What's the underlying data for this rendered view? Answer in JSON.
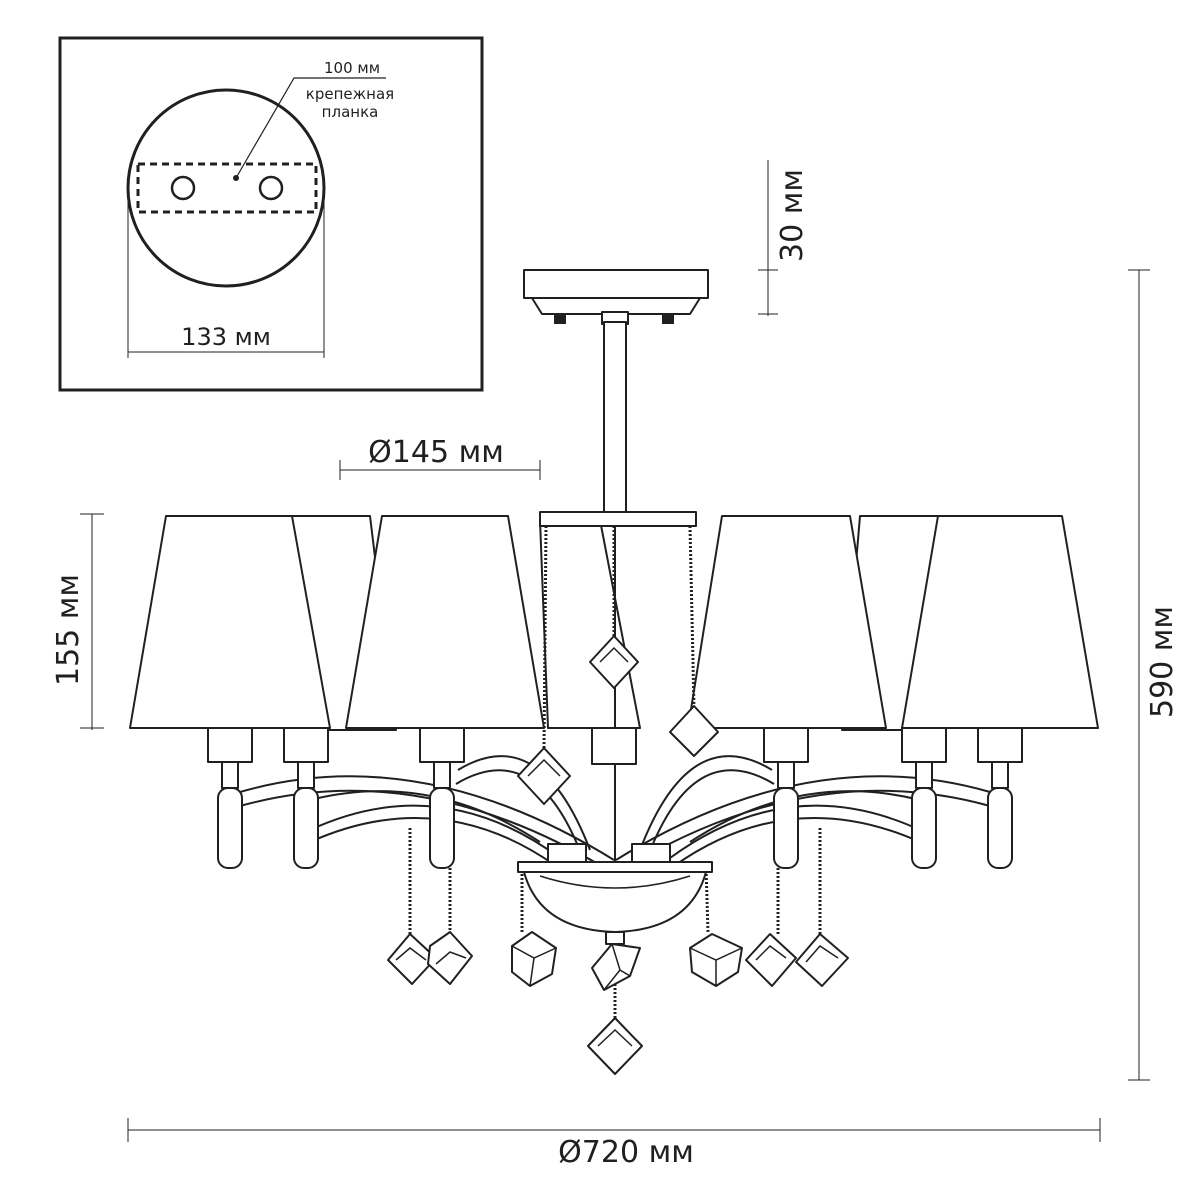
{
  "inset": {
    "label_spacing": "100 мм",
    "label_plate_line1": "крепежная",
    "label_plate_line2": "планка",
    "label_base_diameter": "133 мм"
  },
  "dimensions": {
    "canopy_height": "30 мм",
    "shade_diameter": "Ø145 мм",
    "shade_height": "155 мм",
    "total_height": "590 мм",
    "total_diameter": "Ø720 мм"
  },
  "colors": {
    "line": "#231f20",
    "background": "#ffffff"
  }
}
